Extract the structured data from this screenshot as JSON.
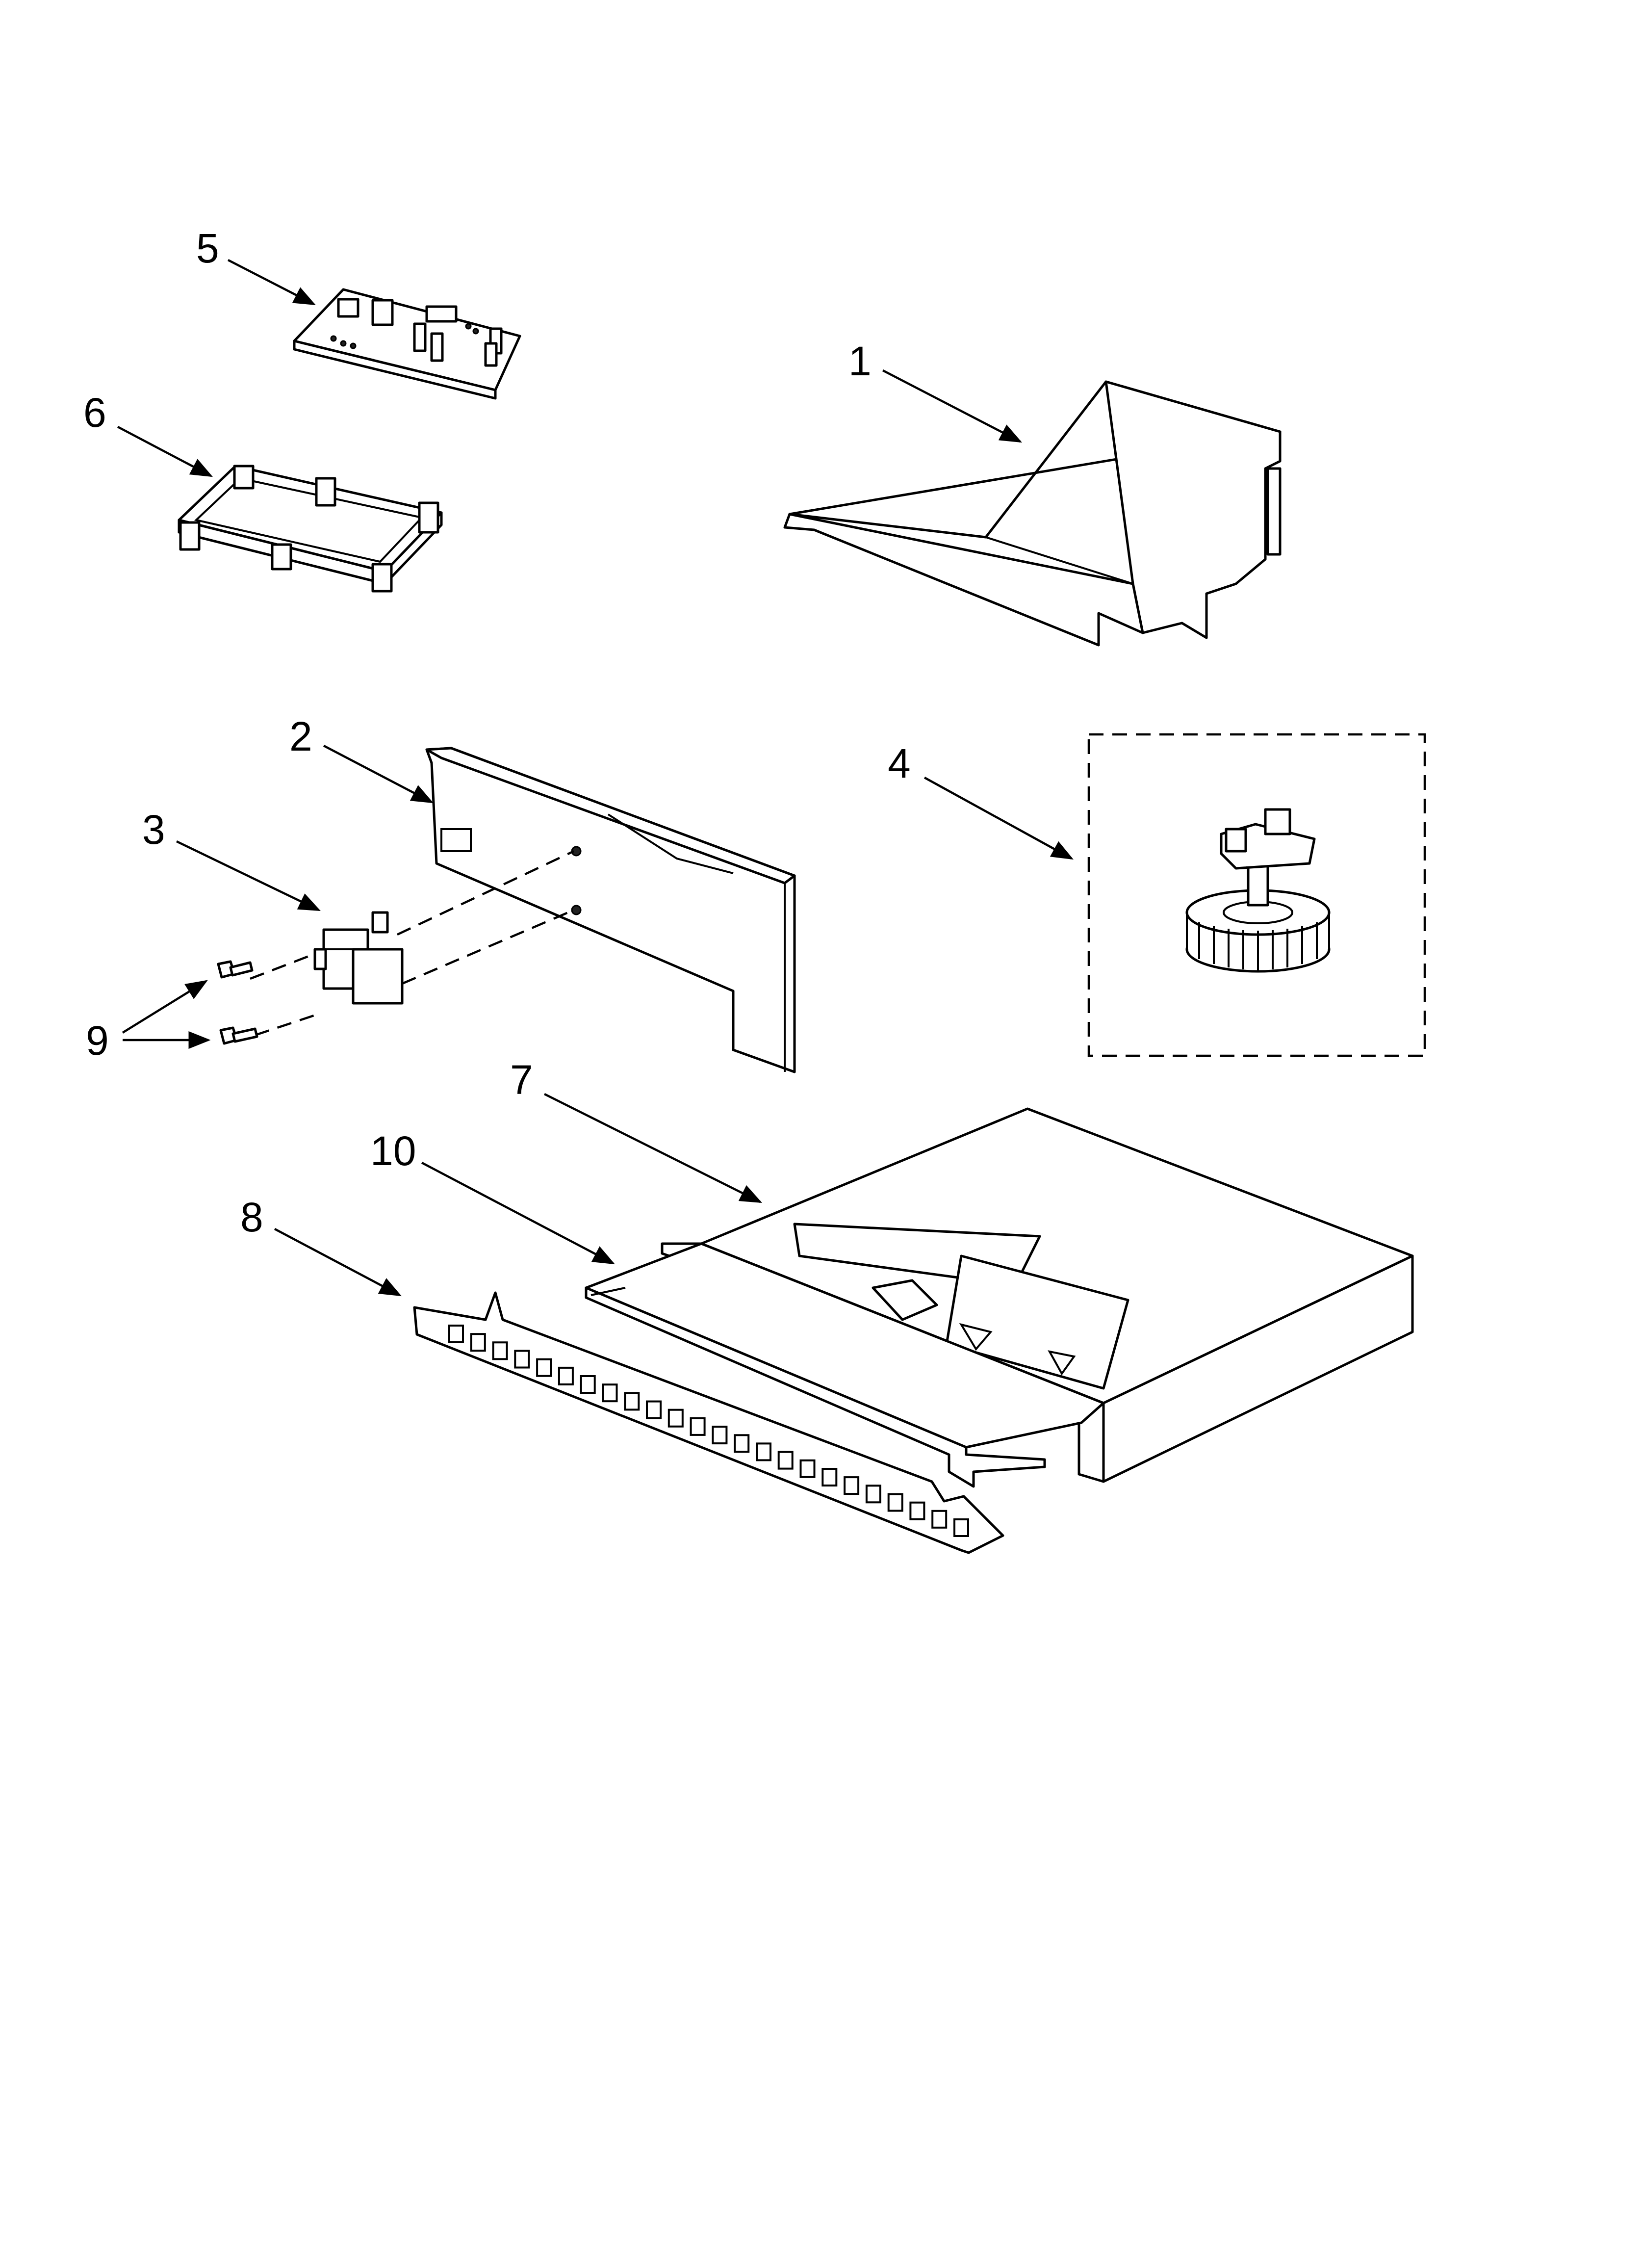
{
  "diagram": {
    "callouts": {
      "c1": "1",
      "c2": "2",
      "c3": "3",
      "c4": "4",
      "c5": "5",
      "c6": "6",
      "c7": "7",
      "c8": "8",
      "c9": "9",
      "c10": "10"
    }
  },
  "colors": {
    "line": "#000000",
    "background": "#ffffff"
  }
}
